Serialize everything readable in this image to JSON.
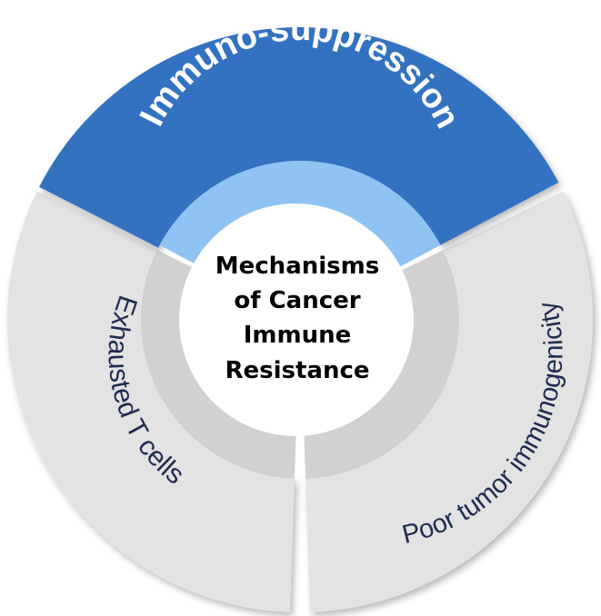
{
  "center": {
    "lines": [
      "Mechanisms",
      "of Cancer",
      "Immune",
      "Resistance"
    ]
  },
  "segments": {
    "top": {
      "label": "Immuno-suppression"
    },
    "left": {
      "label": "Exhausted T cells"
    },
    "right": {
      "label": "Poor tumor immunogenicity"
    }
  },
  "colors": {
    "top_outer": "#3372c0",
    "top_inner": "#8fc3f3",
    "gray_outer": "#e3e3e3",
    "gray_inner": "#d1d1d1",
    "top_text": "#ffffff",
    "side_text": "#1f2b52",
    "center_text": "#000000"
  }
}
